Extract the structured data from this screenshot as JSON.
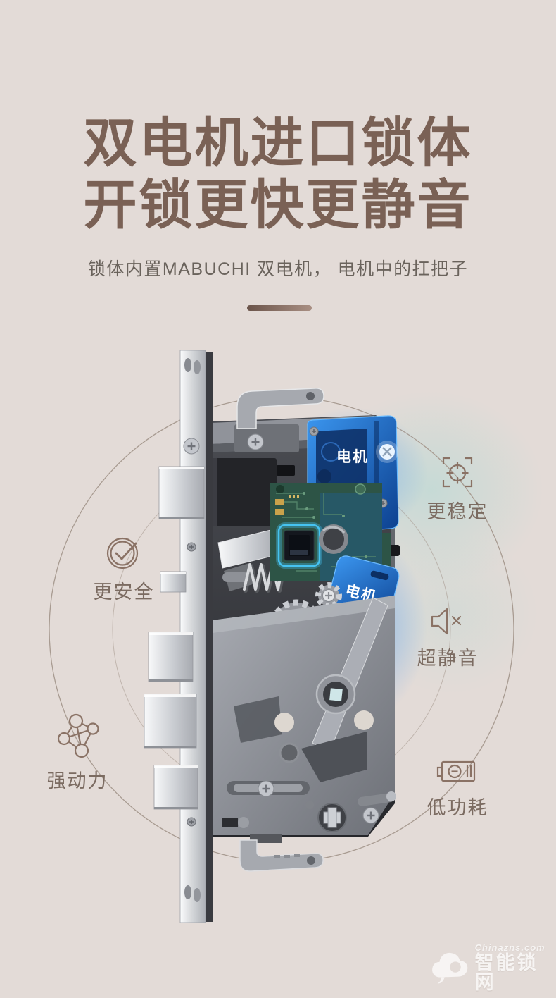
{
  "page": {
    "background": "#e3dbd7",
    "accent_brown": "#7a6155",
    "motor_blue": "#1f6fd0"
  },
  "header": {
    "title_line1": "双电机进口锁体",
    "title_line2": "开锁更快更静音",
    "subtitle": "锁体内置MABUCHI 双电机， 电机中的扛把子"
  },
  "diagram": {
    "motor_top_label": "电机",
    "motor_bottom_label": "电机"
  },
  "features": [
    {
      "label": "更安全",
      "icon": "check-circle-icon"
    },
    {
      "label": "更稳定",
      "icon": "focus-target-icon"
    },
    {
      "label": "超静音",
      "icon": "speaker-mute-icon"
    },
    {
      "label": "强动力",
      "icon": "network-nodes-icon"
    },
    {
      "label": "低功耗",
      "icon": "battery-icon"
    }
  ],
  "watermark": {
    "site": "Chinazns.com",
    "name": "智能锁网"
  }
}
